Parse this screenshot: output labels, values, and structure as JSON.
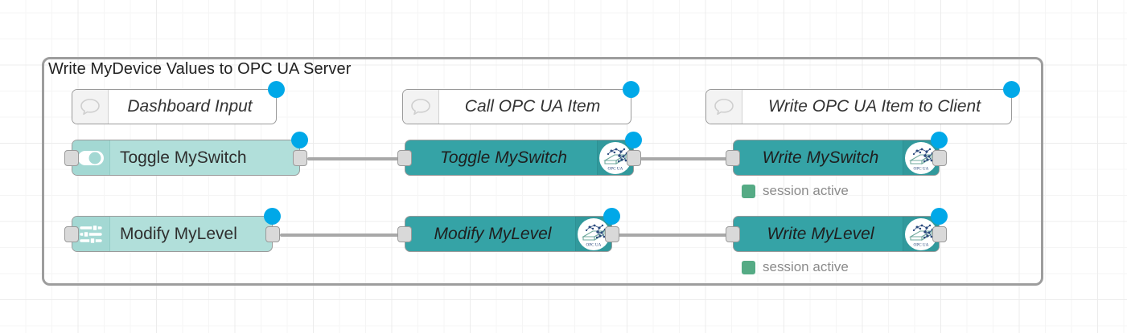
{
  "editor": {
    "name": "node-red-flow-canvas",
    "grid_visible": true,
    "background_color": "#ffffff",
    "grid_color": "#ececec"
  },
  "group": {
    "label": "Write MyDevice Values to OPC UA Server",
    "border_color": "#9d9d9d"
  },
  "colors": {
    "opcua_node": "#35a3a6",
    "dashboard_node": "#b1dfda",
    "changed_dot": "#00a8e8",
    "status_ok": "#55ab85",
    "wire": "#a8a8a8",
    "port": "#d9d9d9"
  },
  "columns": [
    {
      "comment": "Dashboard Input"
    },
    {
      "comment": "Call OPC UA Item"
    },
    {
      "comment": "Write OPC UA Item to Client"
    }
  ],
  "nodes": {
    "dashboard": [
      {
        "label": "Toggle MySwitch",
        "icon": "toggle-switch-icon",
        "changed": true
      },
      {
        "label": "Modify MyLevel",
        "icon": "sliders-icon",
        "changed": true
      }
    ],
    "call_opcua": [
      {
        "label": "Toggle MySwitch",
        "icon": "opc-ua-logo-icon",
        "changed": true
      },
      {
        "label": "Modify MyLevel",
        "icon": "opc-ua-logo-icon",
        "changed": true
      }
    ],
    "write_opcua": [
      {
        "label": "Write MySwitch",
        "icon": "opc-ua-logo-icon",
        "changed": true,
        "status": "session active"
      },
      {
        "label": "Write MyLevel",
        "icon": "opc-ua-logo-icon",
        "changed": true,
        "status": "session active"
      }
    ]
  },
  "icons": {
    "comment": "speech-bubble-icon",
    "opcua_logo_text": "OPC UA"
  }
}
